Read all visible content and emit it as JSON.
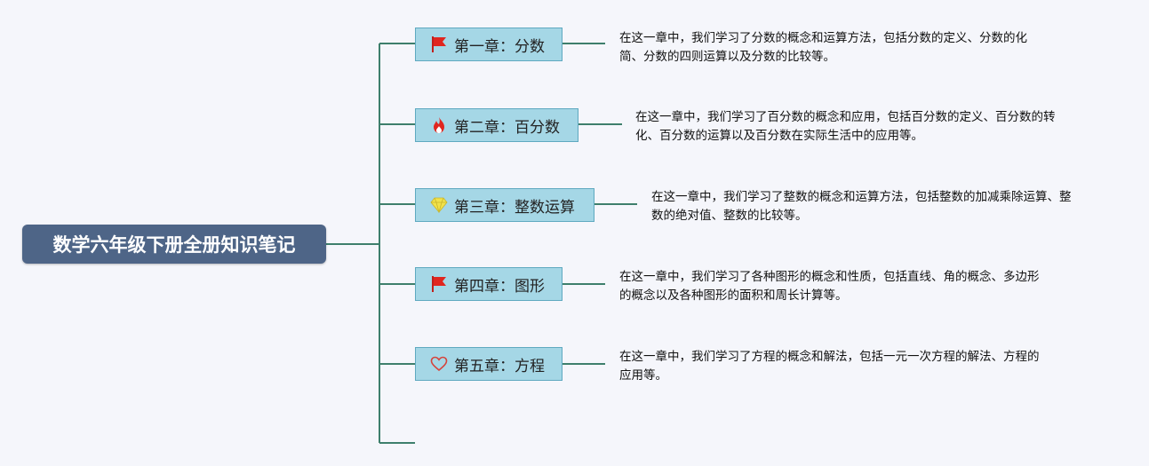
{
  "root": {
    "title": "数学六年级下册全册知识笔记"
  },
  "chapters": [
    {
      "label": "第一章：分数",
      "icon": "red-flag-icon",
      "description": [
        "在这一章中，我们学习了分数的概念和运算方法，包括分数的定义、分数的化",
        "简、分数的四则运算以及分数的比较等。"
      ]
    },
    {
      "label": "第二章：百分数",
      "icon": "fire-icon",
      "description": [
        "在这一章中，我们学习了百分数的概念和应用，包括百分数的定义、百分数的转",
        "化、百分数的运算以及百分数在实际生活中的应用等。"
      ]
    },
    {
      "label": "第三章：整数运算",
      "icon": "diamond-icon",
      "description": [
        "在这一章中，我们学习了整数的概念和运算方法，包括整数的加减乘除运算、整",
        "数的绝对值、整数的比较等。"
      ]
    },
    {
      "label": "第四章：图形",
      "icon": "red-flag-icon",
      "description": [
        "在这一章中，我们学习了各种图形的概念和性质，包括直线、角的概念、多边形",
        "的概念以及各种图形的面积和周长计算等。"
      ]
    },
    {
      "label": "第五章：方程",
      "icon": "heart-icon",
      "description": [
        "在这一章中，我们学习了方程的概念和解法，包括一元一次方程的解法、方程的",
        "应用等。"
      ]
    }
  ],
  "colors": {
    "root_bg": "#4e6587",
    "chapter_bg": "#a5d7e6",
    "connector": "#3e7f6c"
  }
}
